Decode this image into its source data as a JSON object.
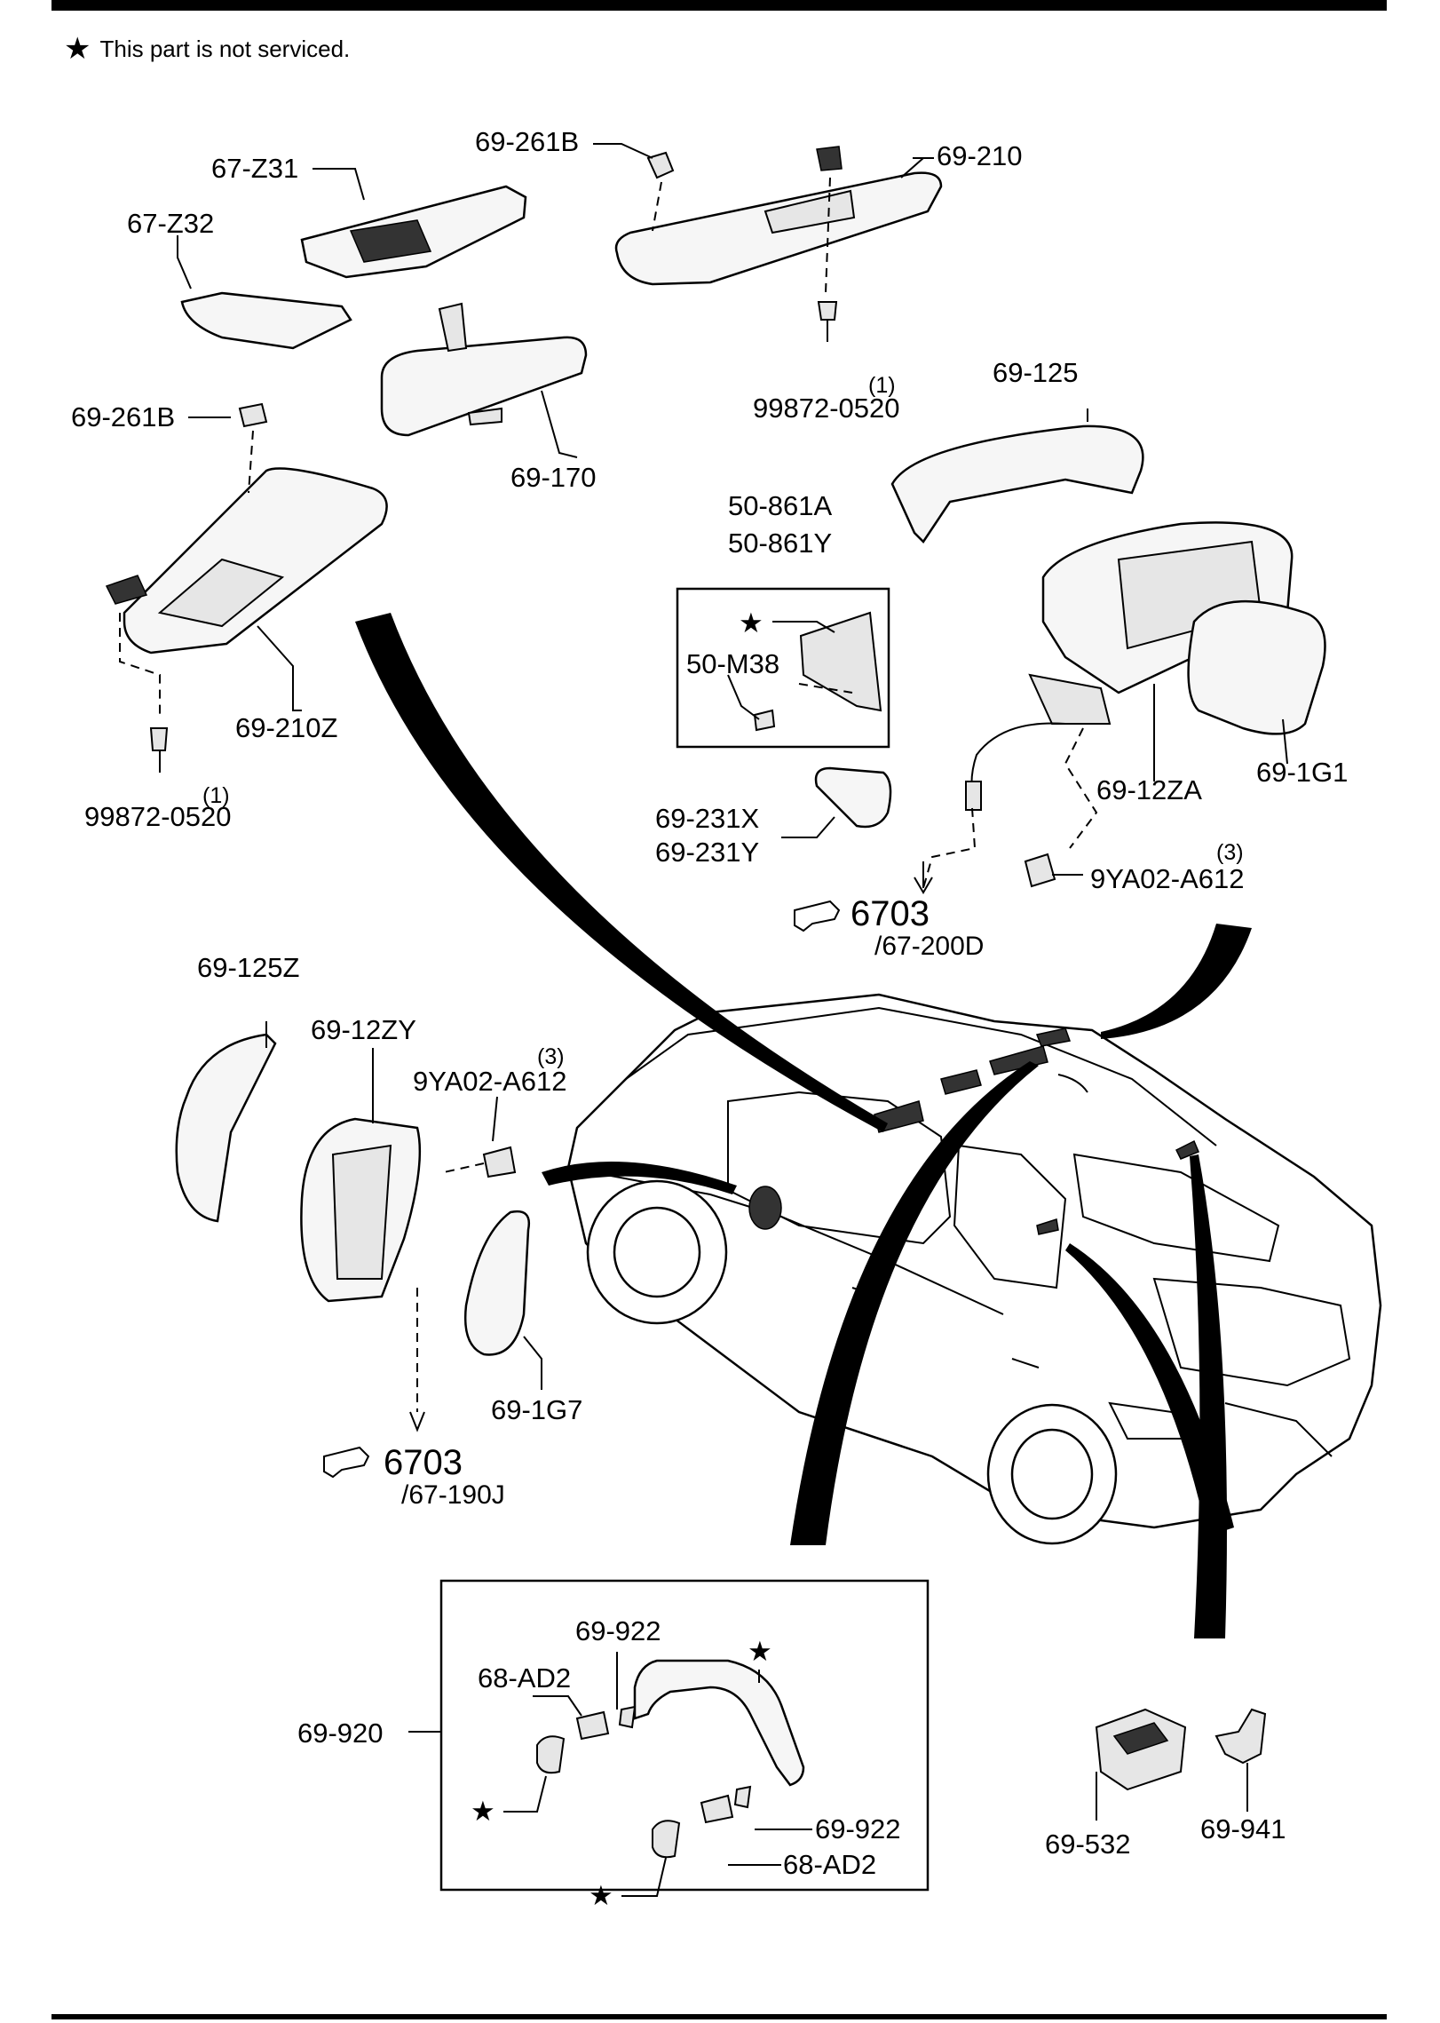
{
  "note": {
    "symbol": "★",
    "text": "This part is not serviced."
  },
  "labels": {
    "p67z31": "67-Z31",
    "p67z32": "67-Z32",
    "p69261b_top": "69-261B",
    "p69210": "69-210",
    "p99872_top": "99872-0520",
    "p99872_top_qty": "(1)",
    "p69125": "69-125",
    "p69261b_left": "69-261B",
    "p69170": "69-170",
    "p50861a": "50-861A",
    "p50861y": "50-861Y",
    "p50m38": "50-M38",
    "p69210z": "69-210Z",
    "p69231x": "69-231X",
    "p69231y": "69-231Y",
    "p6912za": "69-12ZA",
    "p691g1": "69-1G1",
    "p99872_left": "99872-0520",
    "p99872_left_qty": "(1)",
    "p9ya02_right": "9YA02-A612",
    "p9ya02_right_qty": "(3)",
    "p69125z": "69-125Z",
    "p6912zy": "69-12ZY",
    "p9ya02_left": "9YA02-A612",
    "p9ya02_left_qty": "(3)",
    "p691g7": "69-1G7",
    "p69922_top": "69-922",
    "p68ad2_top": "68-AD2",
    "p69920": "69-920",
    "p69922_bottom": "69-922",
    "p68ad2_bottom": "68-AD2",
    "p69532": "69-532",
    "p69941": "69-941"
  },
  "refs": {
    "right": {
      "number": "6703",
      "sub": "/67-200D"
    },
    "left": {
      "number": "6703",
      "sub": "/67-190J"
    }
  },
  "stars": {
    "bracket": "★",
    "grip_top": "★",
    "grip_left": "★",
    "grip_bottom": "★"
  }
}
